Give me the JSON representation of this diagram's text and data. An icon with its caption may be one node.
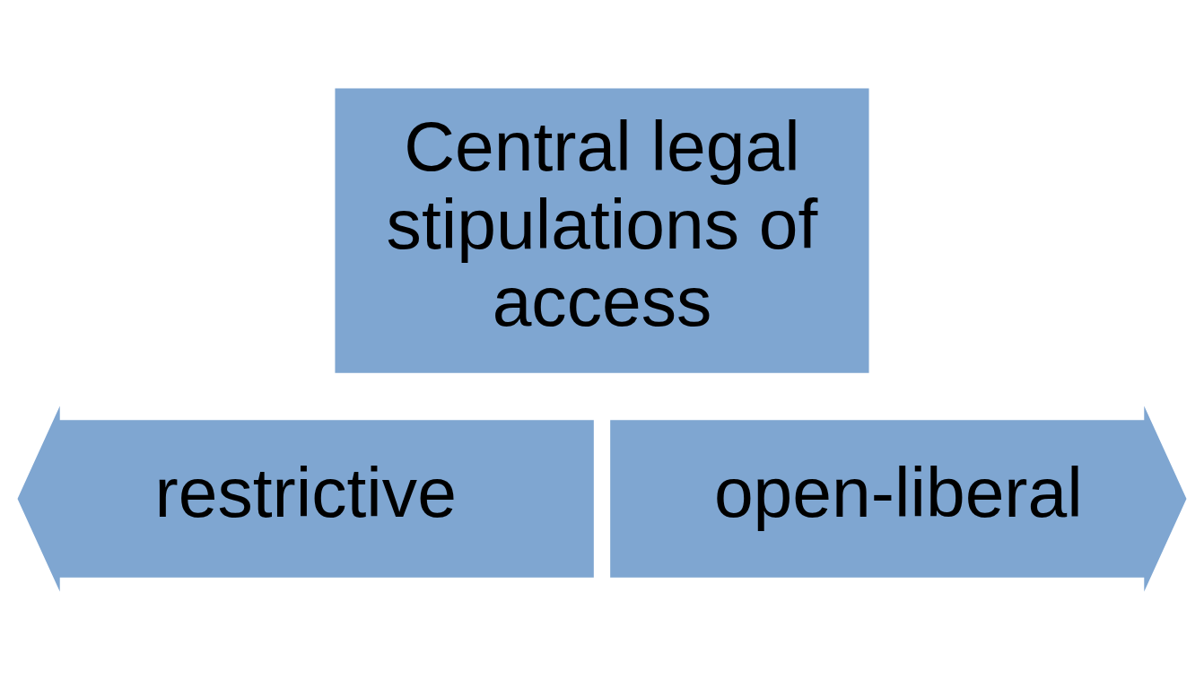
{
  "diagram": {
    "nodes": [
      {
        "text": [
          "Central legal stipulations of access"
        ]
      },
      {
        "text": [
          "restrictive"
        ]
      },
      {
        "text": [
          "open-liberal"
        ]
      }
    ]
  }
}
